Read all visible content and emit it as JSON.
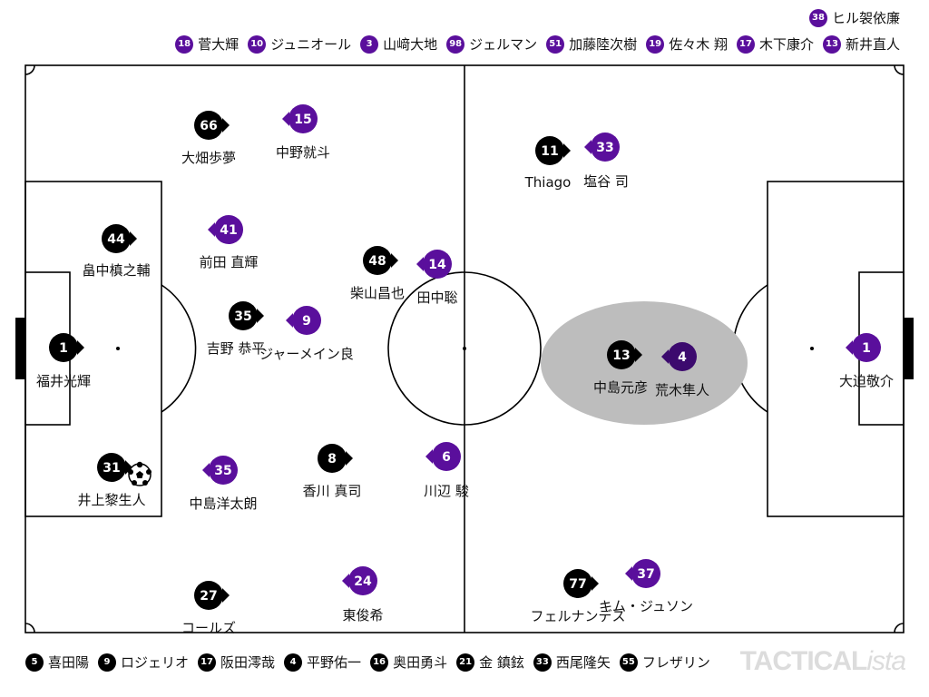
{
  "colors": {
    "home": "#000000",
    "away": "#5a0f9c",
    "away_dark": "#3c0a6e",
    "line": "#000000",
    "highlight": "#bdbdbd"
  },
  "legend_top_rows": [
    [
      {
        "num": "38",
        "name": "ヒル袈依廉"
      }
    ],
    [
      {
        "num": "18",
        "name": "菅大輝"
      },
      {
        "num": "10",
        "name": "ジュニオール"
      },
      {
        "num": "3",
        "name": "山﨑大地"
      },
      {
        "num": "98",
        "name": "ジェルマン"
      },
      {
        "num": "51",
        "name": "加藤陸次樹"
      },
      {
        "num": "19",
        "name": "佐々木 翔"
      },
      {
        "num": "17",
        "name": "木下康介"
      },
      {
        "num": "13",
        "name": "新井直人"
      }
    ]
  ],
  "legend_bottom": [
    {
      "num": "5",
      "name": "喜田陽"
    },
    {
      "num": "9",
      "name": "ロジェリオ"
    },
    {
      "num": "17",
      "name": "阪田澪哉"
    },
    {
      "num": "4",
      "name": "平野佑一"
    },
    {
      "num": "16",
      "name": "奥田勇斗"
    },
    {
      "num": "21",
      "name": "金 鎮鉉"
    },
    {
      "num": "33",
      "name": "西尾隆矢"
    },
    {
      "num": "55",
      "name": "フレザリン"
    }
  ],
  "home_players": [
    {
      "num": "1",
      "name": "福井光輝"
    },
    {
      "num": "44",
      "name": "畠中槙之輔"
    },
    {
      "num": "31",
      "name": "井上黎生人"
    },
    {
      "num": "66",
      "name": "大畑歩夢"
    },
    {
      "num": "35",
      "name": "吉野 恭平"
    },
    {
      "num": "27",
      "name": "コールズ"
    },
    {
      "num": "48",
      "name": "柴山昌也"
    },
    {
      "num": "8",
      "name": "香川 真司"
    },
    {
      "num": "11",
      "name": "Thiago"
    },
    {
      "num": "13",
      "name": "中島元彦"
    },
    {
      "num": "77",
      "name": "フェルナンデス"
    }
  ],
  "away_players": [
    {
      "num": "1",
      "name": "大迫敬介"
    },
    {
      "num": "4",
      "name": "荒木隼人"
    },
    {
      "num": "33",
      "name": "塩谷 司"
    },
    {
      "num": "37",
      "name": "キム・ジュソン"
    },
    {
      "num": "14",
      "name": "田中聡"
    },
    {
      "num": "6",
      "name": "川辺 駿"
    },
    {
      "num": "24",
      "name": "東俊希"
    },
    {
      "num": "15",
      "name": "中野就斗"
    },
    {
      "num": "41",
      "name": "前田 直輝"
    },
    {
      "num": "9",
      "name": "ジャーメイン良"
    },
    {
      "num": "35",
      "name": "中島洋太朗"
    }
  ],
  "watermark": {
    "bold": "TACTICAL",
    "italic": "ista"
  }
}
